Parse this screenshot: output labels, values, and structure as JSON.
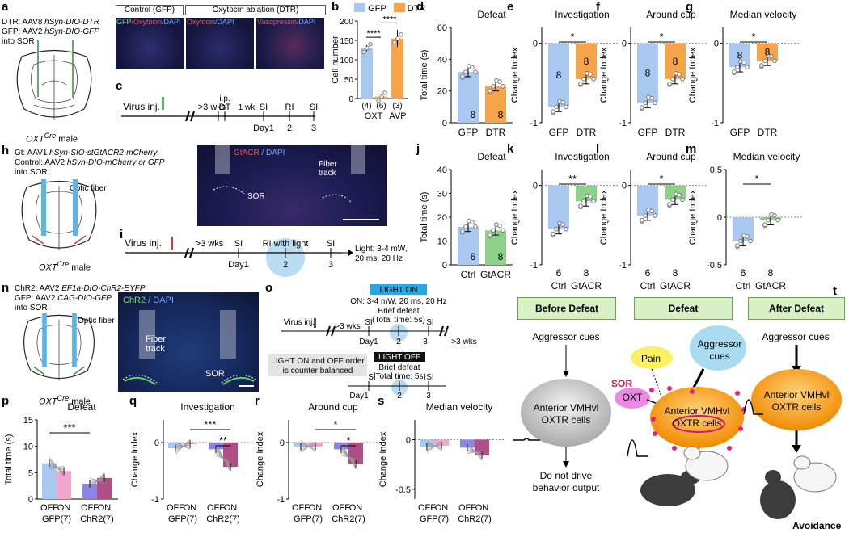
{
  "panels": {
    "a": {
      "letter": "a",
      "line1_pre": "DTR: AAV8 ",
      "line1_it": "hSyn-DIO-DTR",
      "line2_pre": "GFP: AAV2 ",
      "line2_it": "hSyn-DIO-GFP",
      "line3": "into SOR",
      "mouse_it": "OXT",
      "mouse_sup": "Cre",
      "mouse_rest": " male",
      "img1_hdr": "Control (GFP)",
      "img2_hdr": "Oxytocin ablation (DTR)",
      "img1_s1": "GFP",
      "img1_s2": "/Oxytocin",
      "img1_s3": "/DAPI",
      "img2_s1": "Oxytocin",
      "img2_s2": "/DAPI",
      "img3_s1": "Vasopressin",
      "img3_s2": "/DAPI"
    },
    "b": {
      "letter": "b"
    },
    "c": {
      "letter": "c",
      "virus": "Virus inj.",
      "wks": ">3 wks",
      "ip": "i.p.",
      "dt": "DT",
      "wk1": "1 wk",
      "si1": "SI",
      "ri": "RI",
      "si2": "SI",
      "d1": "Day1",
      "d2": "2",
      "d3": "3"
    },
    "d": {
      "letter": "d"
    },
    "e": {
      "letter": "e"
    },
    "f": {
      "letter": "f"
    },
    "g": {
      "letter": "g"
    },
    "h": {
      "letter": "h",
      "line1_pre": "Gt: AAV1 ",
      "line1_it": "hSyn-SIO-stGtACR2-mCherry",
      "line2_pre": "Control: AAV2 ",
      "line2_it": "hSyn-DIO-mCherry or GFP",
      "line3": "into SOR",
      "fiber": "Optic fiber",
      "mouse_it": "OXT",
      "mouse_sup": "Cre",
      "mouse_rest": " male",
      "img_s1": "GtACR",
      "img_s2": " / DAPI",
      "img_fiber": "Fiber",
      "img_track": "track",
      "img_sor": "SOR"
    },
    "i": {
      "letter": "i",
      "virus": "Virus inj.",
      "wks": ">3 wks",
      "si1": "SI",
      "ri": "RI with light",
      "si2": "SI",
      "d1": "Day1",
      "d2": "2",
      "d3": "3",
      "light1": "Light: 3-4 mW,",
      "light2": "20 ms, 20 Hz"
    },
    "j": {
      "letter": "j"
    },
    "k": {
      "letter": "k"
    },
    "l": {
      "letter": "l"
    },
    "m": {
      "letter": "m"
    },
    "n": {
      "letter": "n",
      "line1_pre": "ChR2: AAV2 ",
      "line1_it": "EF1a-DIO-ChR2-EYFP",
      "line2_pre": "GFP: AAV2 ",
      "line2_it": "CAG-DIO-GFP",
      "line3": "into SOR",
      "fiber": "Optic fiber",
      "mouse_it": "OXT",
      "mouse_sup": "Cre",
      "mouse_rest": " male",
      "img_s1": "ChR2",
      "img_s2": " / DAPI",
      "img_fiber": "Fiber",
      "img_track": "track",
      "img_sor": "SOR"
    },
    "o": {
      "letter": "o",
      "light_on": "LIGHT ON",
      "on_params": "ON: 3-4 mW, 20 ms, 20 Hz",
      "brief1": "Brief defeat",
      "total1": "(Total time: 5s)",
      "virus": "Virus inj.",
      "wks": ">3 wks",
      "si1": "SI",
      "si2": "SI",
      "d1": "Day1",
      "d2": "2",
      "d3": "3",
      "wks2": ">3 wks",
      "balance1": "LIGHT ON and OFF order",
      "balance2": "is counter balanced",
      "light_off": "LIGHT OFF",
      "brief2": "Brief defeat",
      "total2": "(Total time: 5s)",
      "si3": "SI",
      "si4": "SI",
      "d1b": "Day1",
      "d2b": "2",
      "d3b": "3"
    },
    "p": {
      "letter": "p"
    },
    "q": {
      "letter": "q"
    },
    "r": {
      "letter": "r"
    },
    "s": {
      "letter": "s"
    },
    "t": {
      "letter": "t",
      "box1": "Before Defeat",
      "box2": "Defeat",
      "box3": "After Defeat",
      "cues1": "Aggressor cues",
      "cell1a": "Anterior VMHvl",
      "cell1b": "OXTR cells",
      "out1": "Do not drive",
      "out2": "behavior output",
      "pain": "Pain",
      "agg2a": "Aggressor",
      "agg2b": "cues",
      "sor": "SOR",
      "oxt": "OXT",
      "cell2a": "Anterior VMHvl",
      "cell2b": "OXTR cells",
      "cues3": "Aggressor cues",
      "cell3a": "Anterior VMHvl",
      "cell3b": "OXTR cells",
      "avoid": "Avoidance"
    }
  },
  "legend_b": {
    "gfp": "GFP",
    "dtr": "DTR",
    "gfp_color": "#a9c8f0",
    "dtr_color": "#f5a44a"
  },
  "chart_data": [
    {
      "id": "b",
      "type": "bar",
      "ylabel": "Cell number",
      "ylim": [
        0,
        200
      ],
      "yticks": [
        "0",
        "50",
        "100",
        "150",
        "200"
      ],
      "groups": [
        {
          "label": "OXT",
          "bars": [
            {
              "series": "GFP",
              "value": 130,
              "err": 8,
              "n": "(4)"
            },
            {
              "series": "DTR",
              "value": 5,
              "err": 3,
              "n": "(6)"
            }
          ]
        },
        {
          "label": "AVP",
          "bars": [
            {
              "series": "DTR",
              "value": 155,
              "err": 22,
              "n": "(3)"
            }
          ]
        }
      ],
      "sig": [
        "****",
        "****"
      ]
    },
    {
      "id": "d",
      "type": "bar",
      "title": "Defeat",
      "ylabel": "Total time (s)",
      "ylim": [
        0,
        60
      ],
      "yticks": [
        "0",
        "20",
        "40",
        "60"
      ],
      "categories": [
        "GFP",
        "DTR"
      ],
      "values": [
        32,
        23
      ],
      "n": [
        "8",
        "8"
      ]
    },
    {
      "id": "e",
      "type": "bar",
      "title": "Investigation",
      "ylabel": "Change Index",
      "ylim": [
        -1,
        0.2
      ],
      "yticks": [
        "-1",
        "0"
      ],
      "categories": [
        "GFP",
        "DTR"
      ],
      "values": [
        -0.8,
        -0.45
      ],
      "n": [
        "8",
        "8"
      ],
      "sig": "*"
    },
    {
      "id": "f",
      "type": "bar",
      "title": "Around cup",
      "ylabel": "Change Index",
      "ylim": [
        -1,
        0.2
      ],
      "yticks": [
        "-1",
        "0"
      ],
      "categories": [
        "GFP",
        "DTR"
      ],
      "values": [
        -0.75,
        -0.45
      ],
      "n": [
        "8",
        "8"
      ],
      "sig": "*"
    },
    {
      "id": "g",
      "type": "bar",
      "title": "Median velocity",
      "ylabel": "Change Index",
      "ylim": [
        -1,
        0.2
      ],
      "yticks": [
        "-1",
        "0"
      ],
      "categories": [
        "GFP",
        "DTR"
      ],
      "values": [
        -0.3,
        -0.22
      ],
      "n": [
        "8",
        "8"
      ],
      "sig": "*"
    },
    {
      "id": "j",
      "type": "bar",
      "title": "Defeat",
      "ylabel": "Total time (s)",
      "ylim": [
        0,
        40
      ],
      "yticks": [
        "0",
        "10",
        "20",
        "30",
        "40"
      ],
      "categories": [
        "Ctrl",
        "GtACR"
      ],
      "values": [
        16,
        14.5
      ],
      "n": [
        "6",
        "8"
      ]
    },
    {
      "id": "k",
      "type": "bar",
      "title": "Investigation",
      "ylabel": "Change Index",
      "ylim": [
        -1,
        0.2
      ],
      "yticks": [
        "-1",
        "0"
      ],
      "categories": [
        "Ctrl",
        "GtACR"
      ],
      "values": [
        -0.55,
        -0.2
      ],
      "n": [
        "6",
        "8"
      ],
      "sig": "**"
    },
    {
      "id": "l",
      "type": "bar",
      "title": "Around cup",
      "ylabel": "Change Index",
      "ylim": [
        -1,
        0.2
      ],
      "yticks": [
        "-1",
        "0"
      ],
      "categories": [
        "Ctrl",
        "GtACR"
      ],
      "values": [
        -0.38,
        -0.18
      ],
      "n": [
        "6",
        "8"
      ],
      "sig": "*"
    },
    {
      "id": "m",
      "type": "bar",
      "title": "Median velocity",
      "ylabel": "Change Index",
      "ylim": [
        -0.5,
        0.5
      ],
      "yticks": [
        "-0.5",
        "0",
        "0.5"
      ],
      "categories": [
        "Ctrl",
        "GtACR"
      ],
      "values": [
        -0.25,
        -0.03
      ],
      "n": [
        "6",
        "8"
      ],
      "sig": "*"
    },
    {
      "id": "p",
      "type": "bar",
      "title": "Defeat",
      "ylabel": "Total time (s)",
      "ylim": [
        0,
        15
      ],
      "yticks": [
        "0",
        "5",
        "10",
        "15"
      ],
      "categories": [
        "OFF",
        "ON",
        "OFF",
        "ON"
      ],
      "groups": [
        "GFP(7)",
        "ChR2(7)"
      ],
      "values": [
        6.8,
        5.3,
        2.9,
        4.0
      ],
      "sig": "***"
    },
    {
      "id": "q",
      "type": "bar",
      "title": "Investigation",
      "ylabel": "Change Index",
      "ylim": [
        -1,
        0.4
      ],
      "yticks": [
        "-1",
        "0"
      ],
      "categories": [
        "OFF",
        "ON",
        "OFF",
        "ON"
      ],
      "groups": [
        "GFP(7)",
        "ChR2(7)"
      ],
      "values": [
        -0.1,
        -0.03,
        -0.12,
        -0.43
      ],
      "sig": [
        "***",
        "**"
      ]
    },
    {
      "id": "r",
      "type": "bar",
      "title": "Around cup",
      "ylabel": "Change Index",
      "ylim": [
        -1,
        0.4
      ],
      "yticks": [
        "-1",
        "0"
      ],
      "categories": [
        "OFF",
        "ON",
        "OFF",
        "ON"
      ],
      "groups": [
        "GFP(7)",
        "ChR2(7)"
      ],
      "values": [
        -0.07,
        -0.07,
        -0.12,
        -0.38
      ],
      "sig": [
        "*",
        "*"
      ]
    },
    {
      "id": "s",
      "type": "bar",
      "title": "Median velocity",
      "ylabel": "Change Index",
      "ylim": [
        -0.6,
        0.2
      ],
      "yticks": [
        "-0.5",
        "0"
      ],
      "categories": [
        "OFF",
        "ON",
        "OFF",
        "ON"
      ],
      "groups": [
        "GFP(7)",
        "ChR2(7)"
      ],
      "values": [
        -0.07,
        -0.06,
        -0.08,
        -0.16
      ]
    }
  ]
}
